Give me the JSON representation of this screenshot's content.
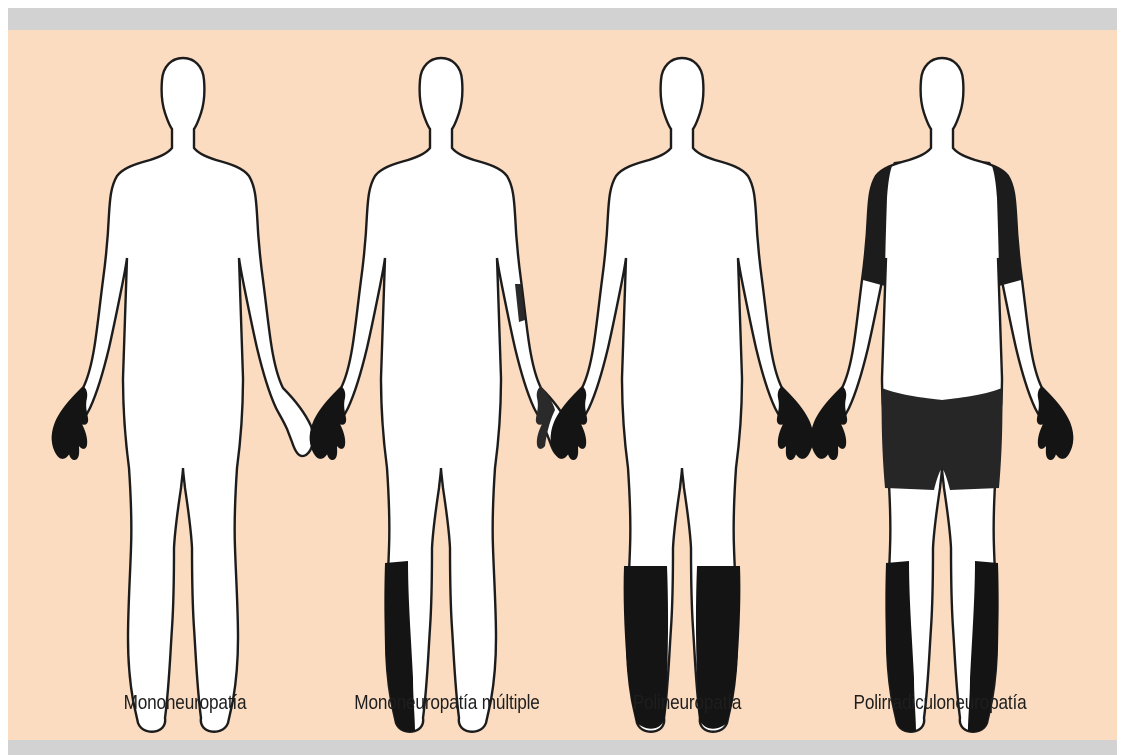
{
  "figure": {
    "colors": {
      "panel": "#fbdcc1",
      "frame_bars": "#d2d2d2",
      "body_fill": "#ffffff",
      "outline": "#1c1c1c",
      "affected_area": "#141414"
    },
    "figures": [
      {
        "label": "Mononeuropatía",
        "affected_regions": [
          "right-hand"
        ]
      },
      {
        "label": "Mononeuropatía múltiple",
        "affected_regions": [
          "right-hand",
          "left-hand-partial",
          "left-forearm-partial",
          "right-lower-leg-and-foot"
        ]
      },
      {
        "label": "Polineuropatía",
        "affected_regions": [
          "right-hand",
          "left-hand",
          "right-lower-leg-and-foot",
          "left-lower-leg-and-foot"
        ]
      },
      {
        "label": "Polirradiculoneuropatía",
        "affected_regions": [
          "right-upper-arm",
          "left-upper-arm",
          "right-hand",
          "left-hand",
          "hips-and-thighs",
          "right-lower-leg-and-foot",
          "left-lower-leg-and-foot"
        ]
      }
    ]
  }
}
